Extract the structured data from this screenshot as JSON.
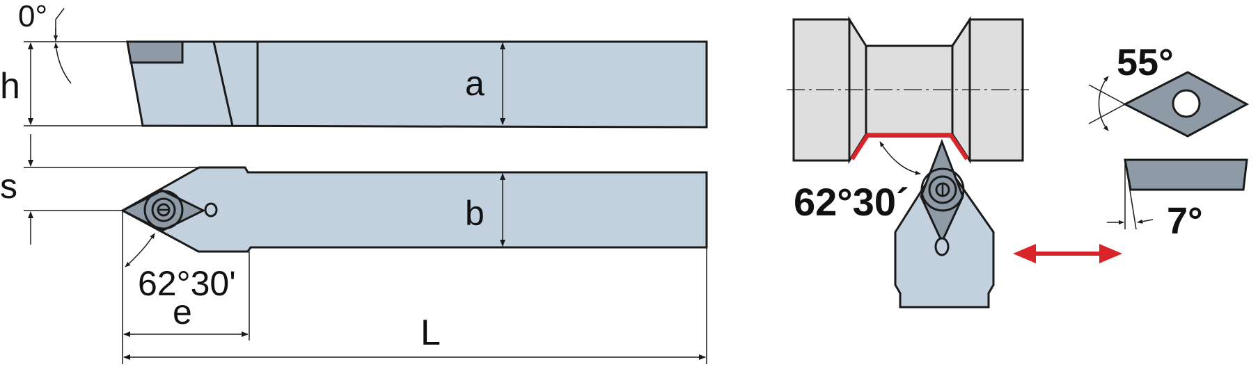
{
  "colors": {
    "body": "#c3d0dd",
    "insert": "#8e9ba6",
    "workpiece": "#dedede",
    "outline": "#1a1a1a",
    "accent": "#d9252a"
  },
  "labels": {
    "zero_angle": "0°",
    "h": "h",
    "a": "a",
    "s": "s",
    "b": "b",
    "angle_left": "62°30'",
    "e": "e",
    "L": "L",
    "angle_right": "62°30´",
    "angle_55": "55°",
    "angle_7": "7°"
  },
  "icons": {
    "motion": "double-arrow-icon"
  }
}
